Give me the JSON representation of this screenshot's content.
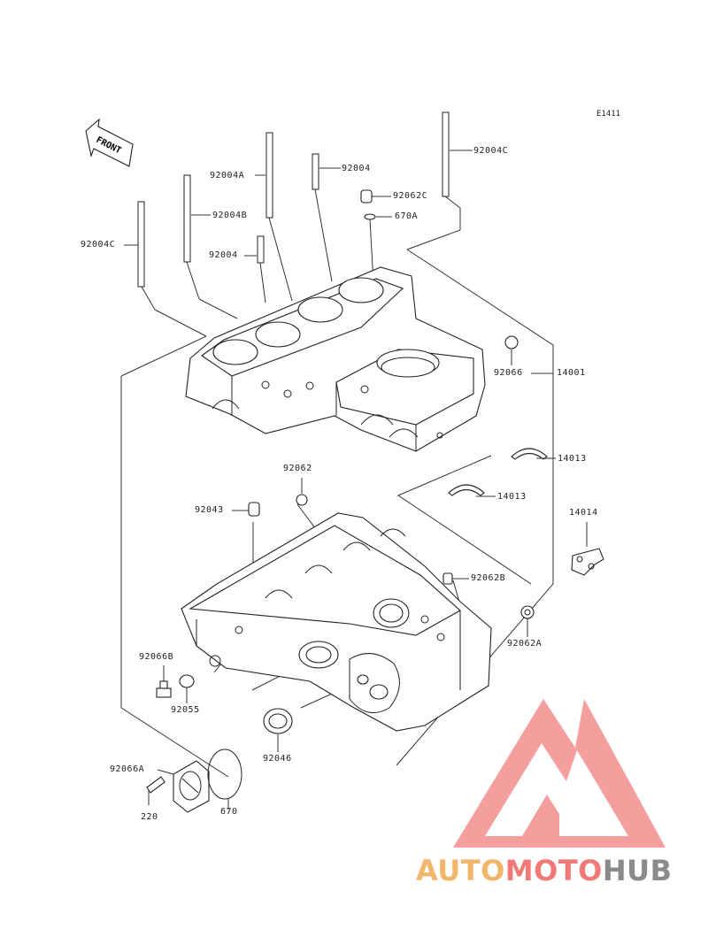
{
  "diagram": {
    "ref_code": "E1411",
    "front_label": "FRONT",
    "callouts": {
      "p92004C_top": "92004C",
      "p92004": "92004",
      "p92004A": "92004A",
      "p92062C": "92062C",
      "p670A": "670A",
      "p92004B": "92004B",
      "p92004C_left": "92004C",
      "p92004_mid": "92004",
      "p92066": "92066",
      "p14001": "14001",
      "p14013_a": "14013",
      "p14013_b": "14013",
      "p14014": "14014",
      "p92062": "92062",
      "p92043": "92043",
      "p92062B": "92062B",
      "p92062A": "92062A",
      "p92066B": "92066B",
      "p92055": "92055",
      "p92046": "92046",
      "p92066A": "92066A",
      "p220": "220",
      "p670": "670"
    }
  },
  "watermark": {
    "brand_part1": "AUTO",
    "brand_part2": "MOTO",
    "brand_part3": "HUB",
    "colors": {
      "auto": "#f2b66b",
      "moto": "#f07a78",
      "hub": "#8a8a8a",
      "logo": "#f07a78"
    }
  }
}
